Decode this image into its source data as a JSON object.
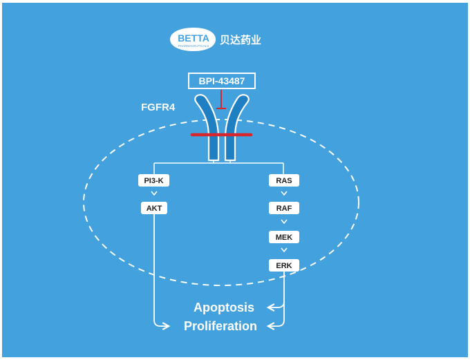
{
  "logo": {
    "brand_en": "BETTA",
    "brand_sub": "PHARMACEUTICALS",
    "brand_cn": "贝达药业"
  },
  "drug": {
    "label": "BPI-43487"
  },
  "receptor": {
    "label": "FGFR4"
  },
  "left_pathway": [
    "PI3-K",
    "AKT"
  ],
  "right_pathway": [
    "RAS",
    "RAF",
    "MEK",
    "ERK"
  ],
  "outcomes": [
    "Apoptosis",
    "Proliferation"
  ],
  "colors": {
    "background": "#43a2dd",
    "receptor_fill": "#1e7fc2",
    "inhibitor": "#d9262c",
    "box_fill": "#ffffff",
    "line": "#ffffff"
  }
}
